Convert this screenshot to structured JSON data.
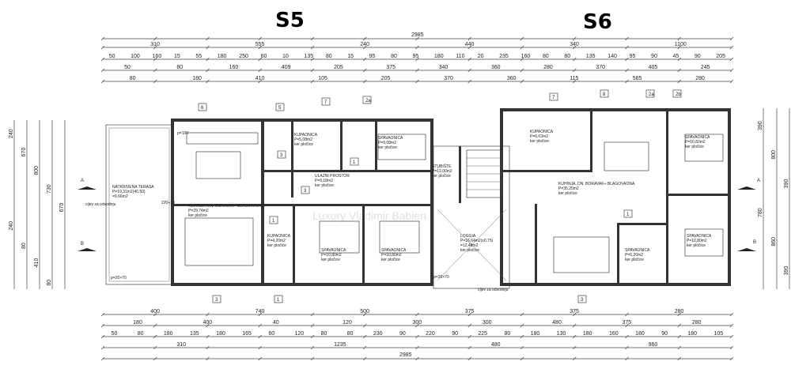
{
  "units": {
    "left": "S5",
    "right": "S6"
  },
  "top_dims": {
    "overall": "2985",
    "row1": [
      "310",
      "555",
      "240",
      "440",
      "340",
      "1100"
    ],
    "row2": [
      "50",
      "100",
      "160",
      "15",
      "55",
      "180",
      "250",
      "60",
      "10",
      "135",
      "80",
      "15",
      "95",
      "80",
      "95",
      "180",
      "110",
      "20",
      "235",
      "160",
      "80",
      "80",
      "135",
      "140",
      "95",
      "90",
      "45",
      "90",
      "205"
    ],
    "row3": [
      "50",
      "80",
      "160",
      "409",
      "205",
      "375",
      "340",
      "360",
      "280",
      "370",
      "405",
      "245"
    ],
    "row4": [
      "80",
      "180",
      "410",
      "105",
      "205",
      "370",
      "360",
      "115",
      "585",
      "280"
    ]
  },
  "bottom_dims": {
    "overall": "2985",
    "row1": [
      "310",
      "1235",
      "480",
      "960"
    ],
    "row2": [
      "50",
      "80",
      "180",
      "135",
      "180",
      "165",
      "60",
      "120",
      "80",
      "80",
      "230",
      "90",
      "220",
      "90",
      "225",
      "80",
      "180",
      "130",
      "180",
      "160",
      "180",
      "90",
      "180",
      "105"
    ],
    "row3": [
      "400",
      "740",
      "500",
      "375",
      "375",
      "280"
    ],
    "row4": [
      "180",
      "400",
      "40",
      "120",
      "300",
      "300",
      "480",
      "375",
      "280"
    ]
  },
  "left_dims": [
    "240",
    "670",
    "800",
    "730",
    "670",
    "240",
    "80",
    "410",
    "80"
  ],
  "right_dims": [
    "390",
    "800",
    "390",
    "780",
    "860",
    "390"
  ],
  "section_marks": {
    "a": "A",
    "b": "B"
  },
  "rooms": [
    {
      "name": "NATKRIVENA TERASA",
      "area": "P=19,31m2(40,50)",
      "extra": "=9,66m2"
    },
    {
      "name": "KUHINJA, DN. BORAVAK+ BLAGOVAONA",
      "area": "P=29,74m2",
      "floor": "ker pločice"
    },
    {
      "name": "KUPAONICA",
      "area": "P=5,08m2",
      "floor": "ker pločice"
    },
    {
      "name": "SPAVAONICA",
      "area": "P=9,08m2",
      "floor": "ker pločice"
    },
    {
      "name": "ULAZNI PROSTOR",
      "area": "P=9,18m2",
      "floor": "ker pločice"
    },
    {
      "name": "KUPAONICA",
      "area": "P=4,20m2",
      "floor": "ker pločice"
    },
    {
      "name": "SPAVAONICA",
      "area": "P=10,80m2",
      "floor": "ker pločice"
    },
    {
      "name": "SPAVAONICA",
      "area": "P=10,80m2",
      "floor": "ker pločice"
    },
    {
      "name": "STUBIŠTE",
      "area": "P=12,00m2",
      "floor": "ker pločice"
    },
    {
      "name": "LOGGIA",
      "area": "P=16,64m2(x0,75)",
      "extra": "=12,48m2",
      "floor": "ker pločice"
    },
    {
      "name": "KUPAONICA",
      "area": "P=6,63m2",
      "floor": "ker pločice"
    },
    {
      "name": "KUHINJA, DN. BORAVAK+ BLAGOVAONA",
      "area": "P=35,25m2",
      "floor": "ker pločice"
    },
    {
      "name": "SPAVAONICA",
      "area": "P=10,82m2",
      "floor": "ker pločice"
    },
    {
      "name": "SPAVAONICA",
      "area": "P=5,20m2",
      "floor": "ker pločice"
    },
    {
      "name": "SPAVAONICA",
      "area": "P=10,80m2",
      "floor": "ker pločice"
    }
  ],
  "misc_labels": {
    "odvod": "cijev za odvodnju",
    "odvod2": "cijev za odvodnju",
    "p_terasa": "p=20×70",
    "p_loggia": "p=20×70",
    "p100": "p=100",
    "win": "220+10",
    "watermark": "Luxury Vladimir Babien"
  },
  "tags": [
    "6",
    "5",
    "7",
    "2a",
    "3",
    "7",
    "8",
    "2b",
    "2a",
    "1",
    "3",
    "1",
    "1",
    "3",
    "1",
    "3"
  ]
}
